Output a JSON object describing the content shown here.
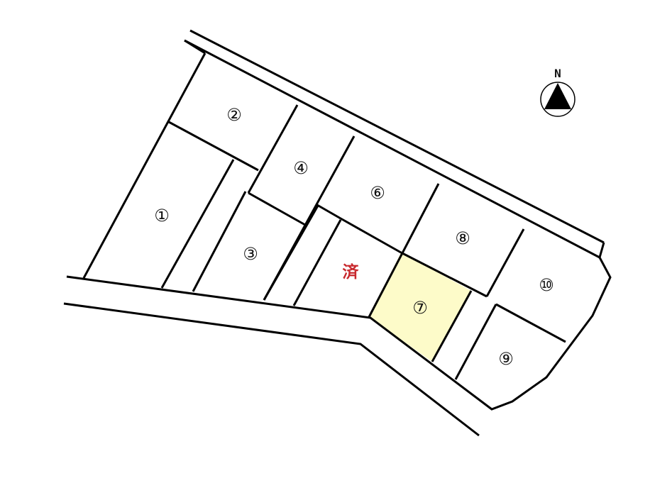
{
  "map": {
    "lots": [
      {
        "id": "lot-1",
        "label": "①",
        "status": "available"
      },
      {
        "id": "lot-2",
        "label": "②",
        "status": "available"
      },
      {
        "id": "lot-3",
        "label": "③",
        "status": "available"
      },
      {
        "id": "lot-4",
        "label": "④",
        "status": "available"
      },
      {
        "id": "lot-6",
        "label": "⑥",
        "status": "available"
      },
      {
        "id": "lot-7",
        "label": "⑦",
        "status": "highlighted"
      },
      {
        "id": "lot-8",
        "label": "⑧",
        "status": "available"
      },
      {
        "id": "lot-9",
        "label": "⑨",
        "status": "available"
      },
      {
        "id": "lot-10",
        "label": "⑩",
        "status": "available"
      }
    ],
    "sold_label": "済",
    "north_label": "N",
    "colors": {
      "line": "#000000",
      "highlight_fill": "#fdfbc9",
      "sold_text": "#c8282d",
      "background": "#ffffff"
    }
  }
}
